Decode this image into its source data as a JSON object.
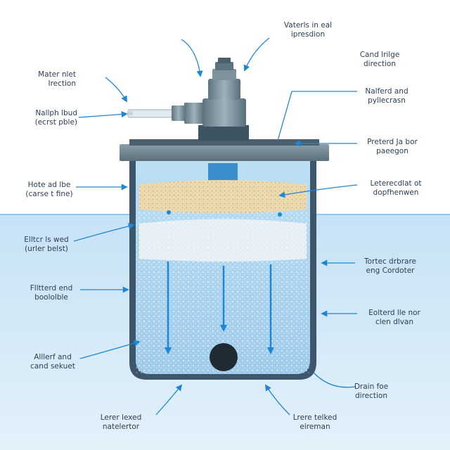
{
  "labels": {
    "water_inlet_direction": [
      "Vaterls in eal",
      "ipresdion"
    ],
    "water_inlet": [
      "Mater nlet",
      "Irection"
    ],
    "multiport_valve": [
      "Nallph lbud",
      "(ecrst pble)"
    ],
    "sand_inlet_direction": [
      "Cand lrilge",
      "direction"
    ],
    "manifold_and_pipework": [
      "Nalferd and",
      "pyllecrasn"
    ],
    "pretreated_top_section": [
      "Preterd Ja bor",
      "paeegon"
    ],
    "water_and_fine": [
      "Hote ad lbe",
      "(carse t fine)"
    ],
    "laterals_distributor": [
      "Leterecdlat ot",
      "dopfhenwen"
    ],
    "filter_sand": [
      "Elltcr ls wed",
      "(urler belst)"
    ],
    "filtered_water_collector": [
      "Tortec drbrare",
      "eng Cordoter"
    ],
    "filtered_and_backwash": [
      "Flltterd end",
      "boololble"
    ],
    "backwash_flow_out": [
      "Eolterd lle nor",
      "clen dlvan"
    ],
    "gravel_and_sand_support": [
      "Alllerf and",
      "cand sekuet"
    ],
    "drain_flow_direction": [
      "Drain foe",
      "direction"
    ],
    "lateral_outlet": [
      "Lerer lexed",
      "natelertor"
    ],
    "underdrain_outlet": [
      "Lrere telked",
      "eireman"
    ]
  },
  "colors": {
    "ink": "#2c3e57",
    "arrow_blue": "#1f86d4",
    "tank_dark": "#3b5266",
    "lid_gray": "#6f8491",
    "water_light": "#d9ecf8",
    "water_mid": "#a9d3ef",
    "fine_sand": "#ead9b4",
    "coarse_sand": "#e4eef5",
    "drain_black": "#1f2a33"
  },
  "icons": [
    "flow-arrow",
    "leader-line",
    "drain-outlet"
  ]
}
